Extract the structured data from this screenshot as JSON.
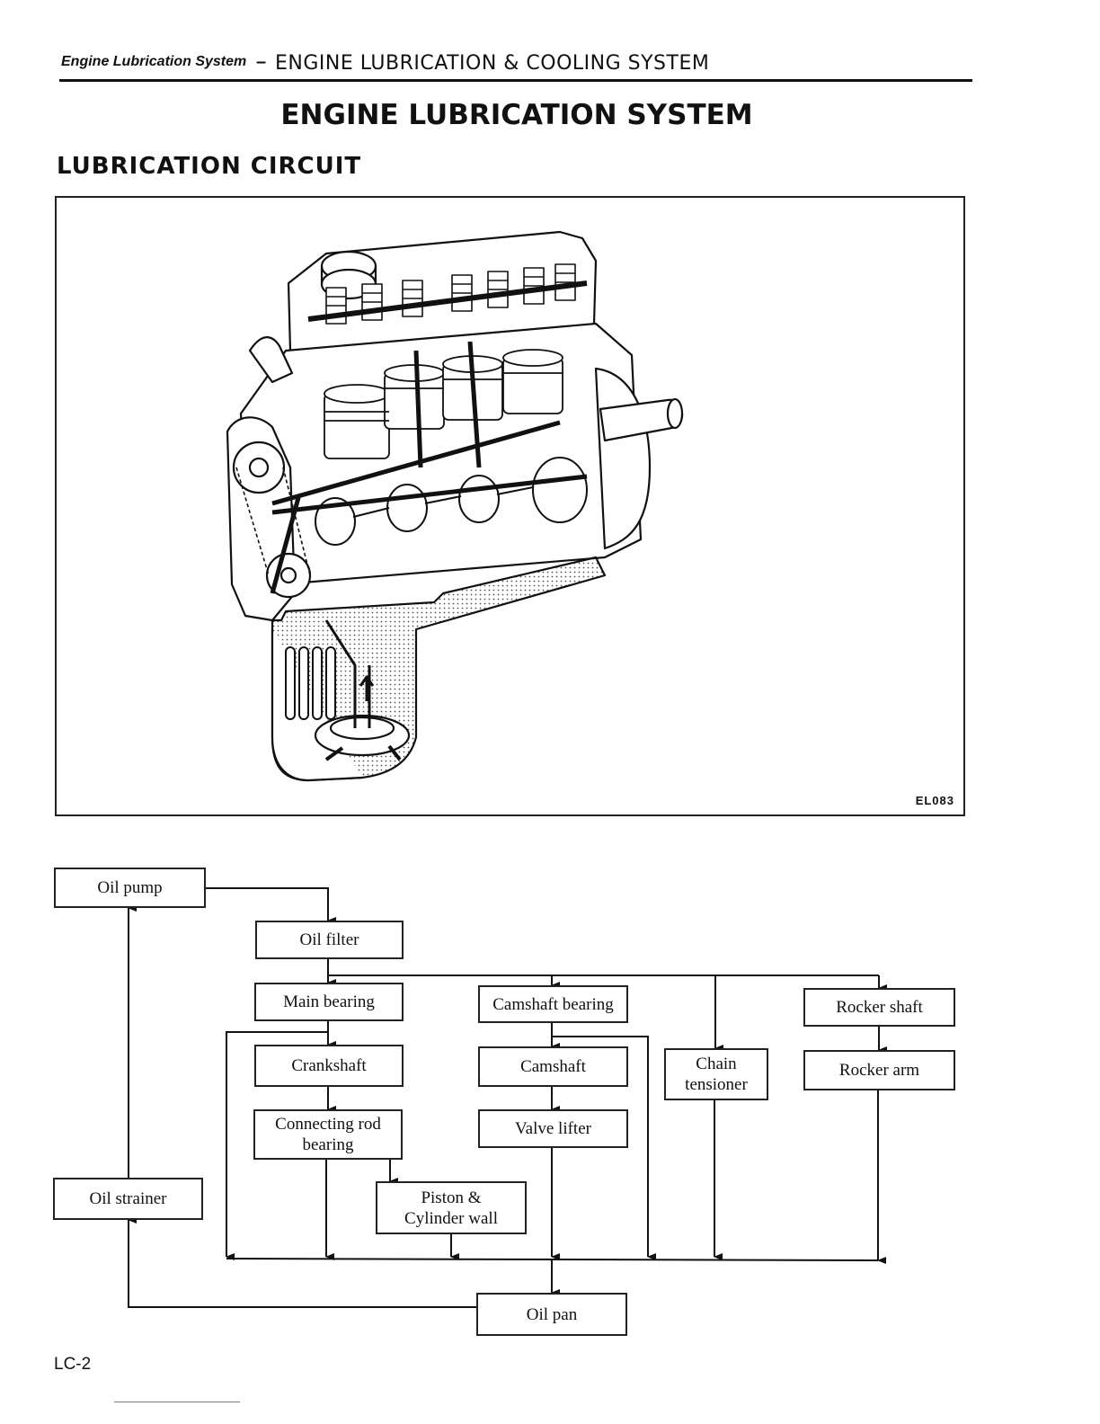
{
  "header": {
    "section_italic": "Engine Lubrication System",
    "dash": "–",
    "chapter": "ENGINE LUBRICATION & COOLING SYSTEM"
  },
  "page_title": "ENGINE LUBRICATION SYSTEM",
  "section_title": "LUBRICATION CIRCUIT",
  "figure": {
    "code": "EL083",
    "description_icon": "engine-cutaway-illustration"
  },
  "flowchart": {
    "oil_pump": "Oil pump",
    "oil_filter": "Oil filter",
    "main_bearing": "Main bearing",
    "camshaft_bearing": "Camshaft bearing",
    "rocker_shaft": "Rocker shaft",
    "crankshaft": "Crankshaft",
    "camshaft": "Camshaft",
    "chain_tensioner": "Chain\ntensioner",
    "rocker_arm": "Rocker arm",
    "connecting_rod_bearing": "Connecting rod\nbearing",
    "valve_lifter": "Valve lifter",
    "piston_cylinder_wall": "Piston &\nCylinder wall",
    "oil_strainer": "Oil strainer",
    "oil_pan": "Oil pan"
  },
  "footer": {
    "page_number": "LC-2"
  }
}
